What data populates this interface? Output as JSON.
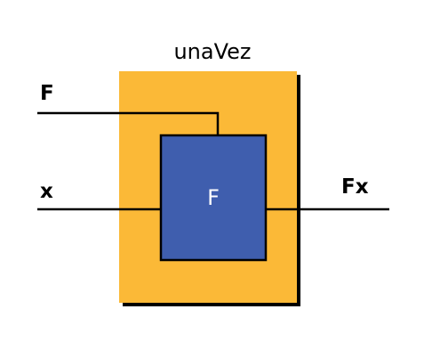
{
  "diagram": {
    "container_title": "unaVez",
    "inner_block_label": "F",
    "inputs": {
      "function_label": "F",
      "value_label": "x"
    },
    "output_label": "Fx"
  },
  "colors": {
    "container_fill": "#FBB937",
    "container_shadow": "#000000",
    "inner_block_fill": "#3F5EAE",
    "inner_block_text": "#ffffff",
    "lines": "#000000"
  }
}
